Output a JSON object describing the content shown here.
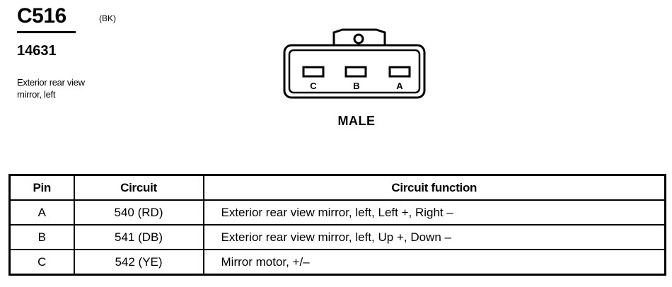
{
  "connector": {
    "id": "C516",
    "color_code": "(BK)",
    "part_number": "14631",
    "description_line1": "Exterior rear view",
    "description_line2": "mirror, left",
    "gender": "MALE",
    "pins_shown": [
      "C",
      "B",
      "A"
    ]
  },
  "table": {
    "headers": {
      "pin": "Pin",
      "circuit": "Circuit",
      "function": "Circuit function"
    },
    "rows": [
      {
        "pin": "A",
        "circuit": "540 (RD)",
        "function": "Exterior rear view mirror, left, Left +, Right –"
      },
      {
        "pin": "B",
        "circuit": "541 (DB)",
        "function": "Exterior rear view mirror, left, Up +, Down –"
      },
      {
        "pin": "C",
        "circuit": "542 (YE)",
        "function": "Mirror motor, +/–"
      }
    ]
  }
}
